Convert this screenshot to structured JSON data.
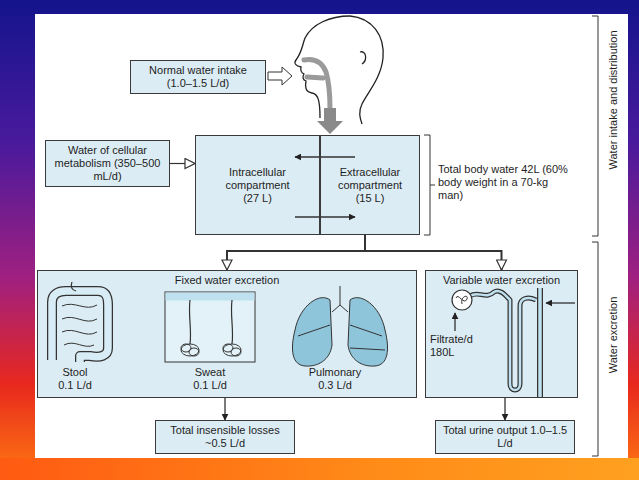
{
  "diagram": {
    "nodes": [
      {
        "text": [
          "Normal water intake (1.0–1.5 L/d)"
        ]
      },
      {
        "text": [
          "Water of cellular metabolism (350–500 mL/d)"
        ]
      },
      {
        "text": [
          "Intracellular compartment (27 L)"
        ]
      },
      {
        "text": [
          "Extracellular compartment (15 L)"
        ]
      },
      {
        "text": [
          "Fixed water excretion"
        ]
      },
      {
        "text": [
          "Variable water excretion"
        ]
      },
      {
        "text": [
          "Total insensible losses ~0.5 L/d"
        ]
      },
      {
        "text": [
          "Total urine output 1.0–1.5 L/d"
        ]
      }
    ],
    "edges": [
      {
        "from": 1,
        "to": 2,
        "arrow": "to"
      },
      {
        "from": 3,
        "to": 2,
        "arrow": "to"
      },
      {
        "from": 2,
        "to": 3,
        "arrow": "to"
      },
      {
        "from": 3,
        "to": 4,
        "arrow": "to"
      },
      {
        "from": 3,
        "to": 5,
        "arrow": "to"
      },
      {
        "from": 4,
        "to": 6,
        "arrow": "to"
      },
      {
        "from": 5,
        "to": 7,
        "arrow": "to"
      }
    ],
    "labels": [
      "Total body water 42L (60% body weight in a 70-kg man)",
      "Stool 0.1 L/d",
      "Sweat 0.1 L/d",
      "Pulmonary 0.3 L/d",
      "Filtrate/d 180L",
      "Water intake and distribution",
      "Water excretion"
    ]
  }
}
